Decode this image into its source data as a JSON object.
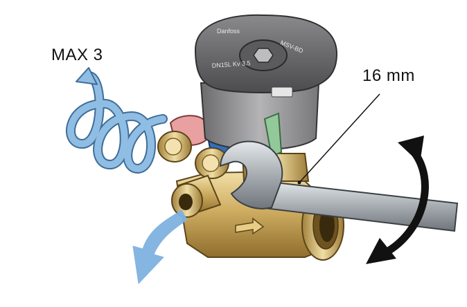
{
  "labels": {
    "max_turns": "MAX 3",
    "wrench_size": "16 mm"
  },
  "handwheel": {
    "brand": "Danfoss",
    "model": "MSV-BD",
    "size": "DN15L Kv 3.5"
  },
  "colors": {
    "swirl_arrow": "#8fbde3",
    "drain_arrow": "#6fa6d6",
    "rotation_arrow": "#111111",
    "brass": "#c9a85a",
    "handwheel": "#6e6e70",
    "wrench": "#9aa0a5",
    "red_cap": "#e69a9a",
    "blue_cap": "#2f6fc0",
    "green_lever": "#93c99a"
  },
  "icons": {
    "swirl": "counter-rotation-arrow",
    "drain": "flow-out-arrow",
    "rotation": "double-headed-curved-arrow"
  }
}
